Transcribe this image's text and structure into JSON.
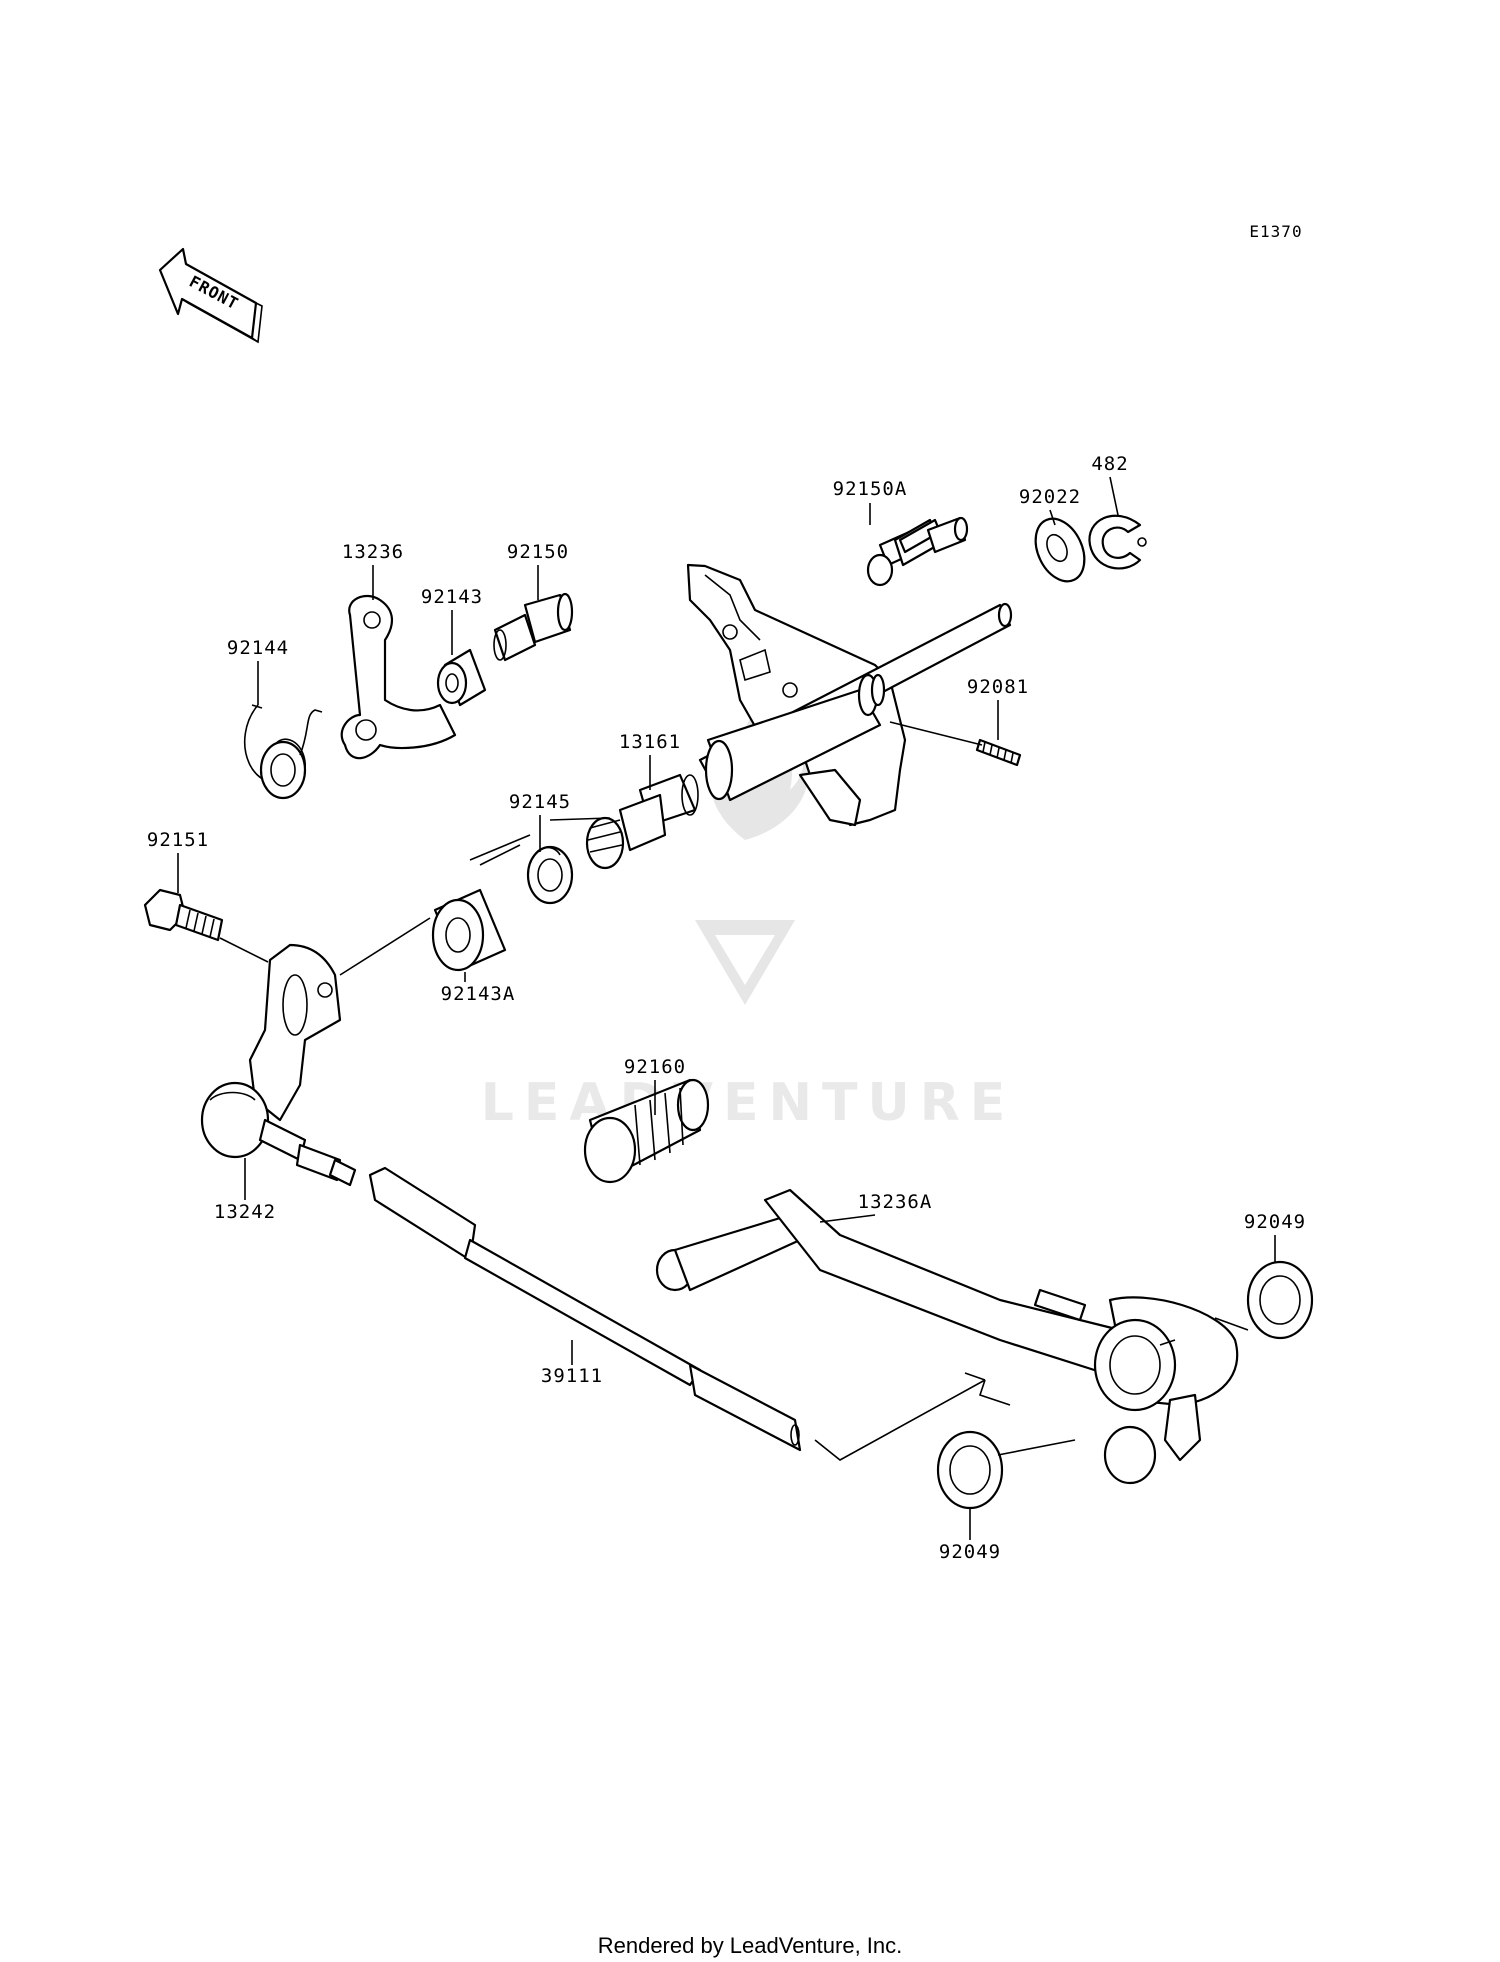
{
  "diagram": {
    "code": "E1370",
    "front_label": "FRONT",
    "parts": [
      {
        "id": "p482",
        "number": "482"
      },
      {
        "id": "p92022",
        "number": "92022"
      },
      {
        "id": "p92150A",
        "number": "92150A"
      },
      {
        "id": "p13236",
        "number": "13236"
      },
      {
        "id": "p92150",
        "number": "92150"
      },
      {
        "id": "p92143",
        "number": "92143"
      },
      {
        "id": "p92144",
        "number": "92144"
      },
      {
        "id": "p92081",
        "number": "92081"
      },
      {
        "id": "p13161",
        "number": "13161"
      },
      {
        "id": "p92145",
        "number": "92145"
      },
      {
        "id": "p92151",
        "number": "92151"
      },
      {
        "id": "p92143A",
        "number": "92143A"
      },
      {
        "id": "p92160",
        "number": "92160"
      },
      {
        "id": "p13242",
        "number": "13242"
      },
      {
        "id": "p13236A",
        "number": "13236A"
      },
      {
        "id": "p92049a",
        "number": "92049"
      },
      {
        "id": "p39111",
        "number": "39111"
      },
      {
        "id": "p92049b",
        "number": "92049"
      }
    ],
    "watermark": "LEADVENTURE",
    "footer": "Rendered by LeadVenture, Inc."
  }
}
